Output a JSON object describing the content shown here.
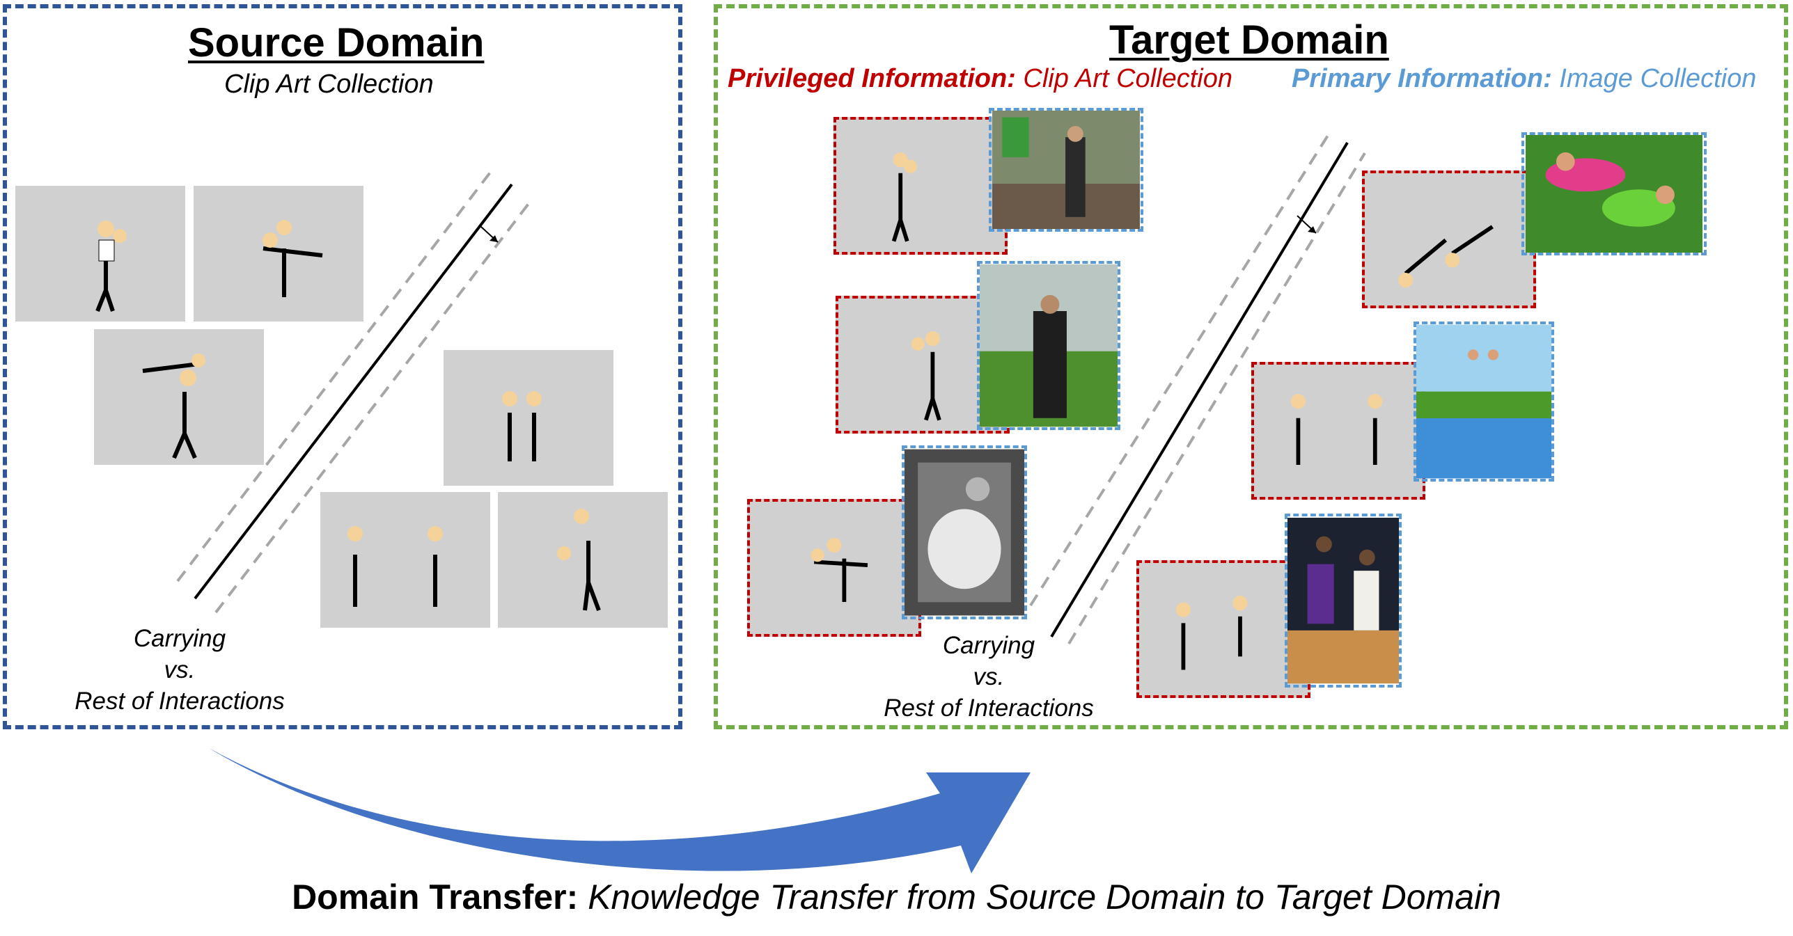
{
  "source": {
    "title": "Source Domain",
    "subtitle": "Clip Art Collection",
    "label": [
      "Carrying",
      "vs.",
      "Rest of Interactions"
    ]
  },
  "target": {
    "title": "Target Domain",
    "privileged_label": "Privileged Information:",
    "privileged_value": "Clip Art Collection",
    "primary_label": "Primary Information:",
    "primary_value": "Image Collection",
    "label": [
      "Carrying",
      "vs.",
      "Rest of Interactions"
    ]
  },
  "caption": {
    "bold": "Domain Transfer:",
    "italic": "Knowledge Transfer from Source Domain to Target Domain"
  },
  "colors": {
    "source_border": "#2f5597",
    "target_border": "#70ad47",
    "privileged": "#c00000",
    "primary": "#5b9bd5",
    "arrow": "#4472c4"
  }
}
